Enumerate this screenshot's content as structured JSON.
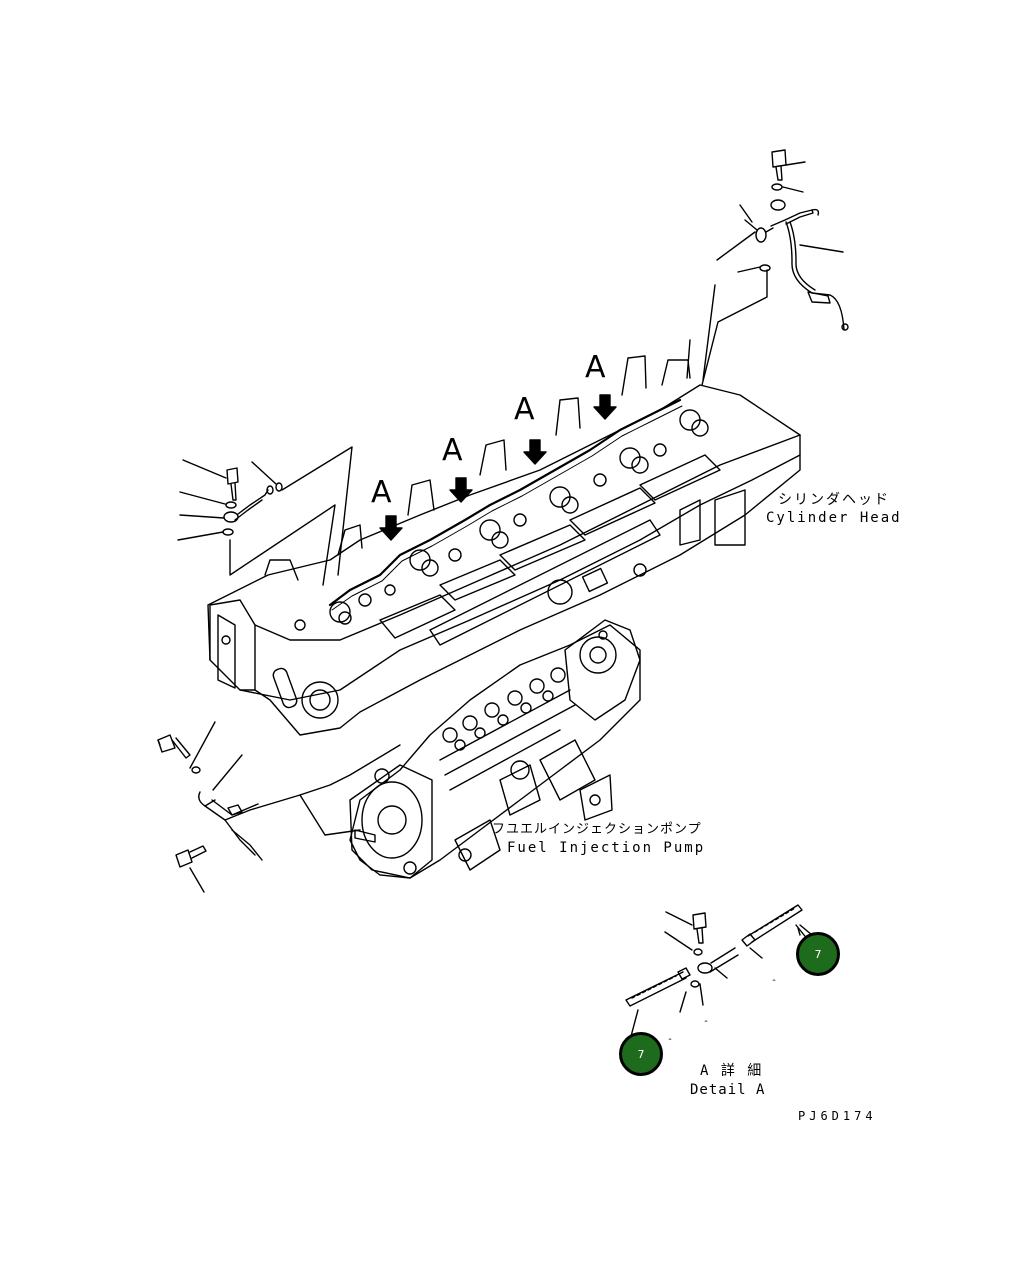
{
  "labels": {
    "cylinder_head_jp": "シリンダヘッド",
    "cylinder_head_en": "Cylinder Head",
    "pump_jp": "フユエルインジェクションポンプ",
    "pump_en": "Fuel Injection Pump",
    "detail_jp": "A 詳 細",
    "detail_en": "Detail A",
    "view_a": "A",
    "drawing_code": "PJ6D174",
    "dash": "-"
  },
  "callouts": [
    {
      "number": "7"
    },
    {
      "number": "7"
    }
  ],
  "colors": {
    "line": "#000000",
    "callout_fill": "#1e6b1e",
    "background": "#ffffff"
  }
}
